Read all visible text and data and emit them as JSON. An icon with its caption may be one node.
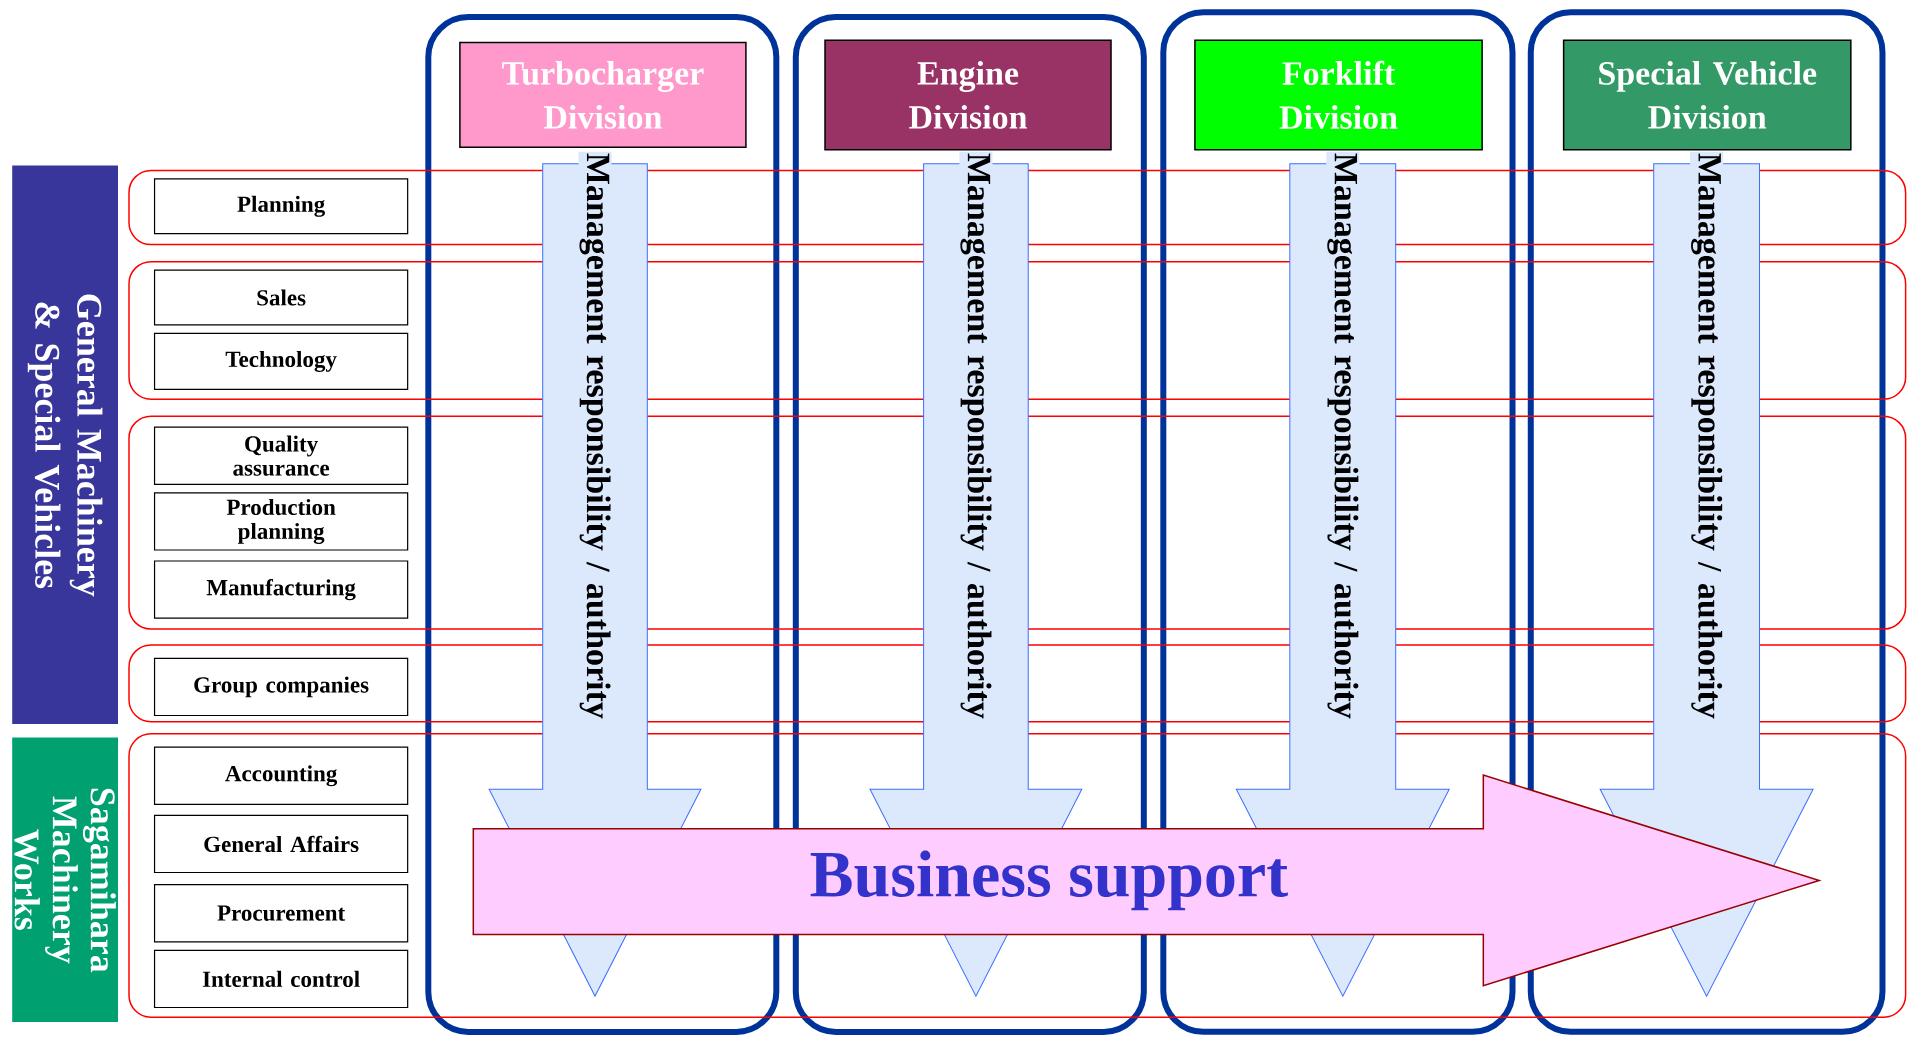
{
  "diagram": {
    "nodes": [
      {
        "text": [],
        "shape": "box"
      },
      {
        "text": [
          "Turbocharger Division"
        ],
        "in": 0
      },
      {
        "text": [],
        "shape": "box"
      },
      {
        "text": [
          "Engine Division"
        ],
        "in": 2
      },
      {
        "text": [],
        "shape": "box"
      },
      {
        "text": [
          "Forklift Division"
        ],
        "in": 4
      },
      {
        "text": [],
        "shape": "box"
      },
      {
        "text": [
          "Special Vehicle Division"
        ],
        "in": 6
      },
      {
        "text": [
          "General Machinery & Special Vehicles"
        ]
      },
      {
        "text": [],
        "shape": "box"
      },
      {
        "text": [
          "Planning"
        ],
        "in": 9
      },
      {
        "text": [],
        "shape": "box"
      },
      {
        "text": [
          "Sales"
        ],
        "in": 11
      },
      {
        "text": [
          "Technology"
        ],
        "in": 11
      },
      {
        "text": [],
        "shape": "box"
      },
      {
        "text": [
          "Quality assurance"
        ],
        "in": 14
      },
      {
        "text": [
          "Production planning"
        ],
        "in": 14
      },
      {
        "text": [
          "Manufacturing"
        ],
        "in": 14
      },
      {
        "text": [],
        "shape": "box"
      },
      {
        "text": [
          "Group companies"
        ],
        "in": 18
      },
      {
        "text": [
          "Sagamihara Machinery Works"
        ]
      },
      {
        "text": [],
        "shape": "box"
      },
      {
        "text": [
          "Accounting"
        ],
        "in": 21
      },
      {
        "text": [
          "General Affairs"
        ],
        "in": 21
      },
      {
        "text": [
          "Procurement"
        ],
        "in": 21
      },
      {
        "text": [
          "Internal control"
        ],
        "in": 21
      },
      {
        "text": [
          "Business support"
        ],
        "in": 21
      }
    ],
    "edges": [
      {
        "from": 1,
        "to": null,
        "arrow": "to",
        "label": "Management responsibility / authority"
      },
      {
        "from": 3,
        "to": null,
        "arrow": "to",
        "label": "Management responsibility / authority"
      },
      {
        "from": 5,
        "to": null,
        "arrow": "to",
        "label": "Management responsibility / authority"
      },
      {
        "from": 7,
        "to": null,
        "arrow": "to",
        "label": "Management responsibility / authority"
      }
    ]
  }
}
